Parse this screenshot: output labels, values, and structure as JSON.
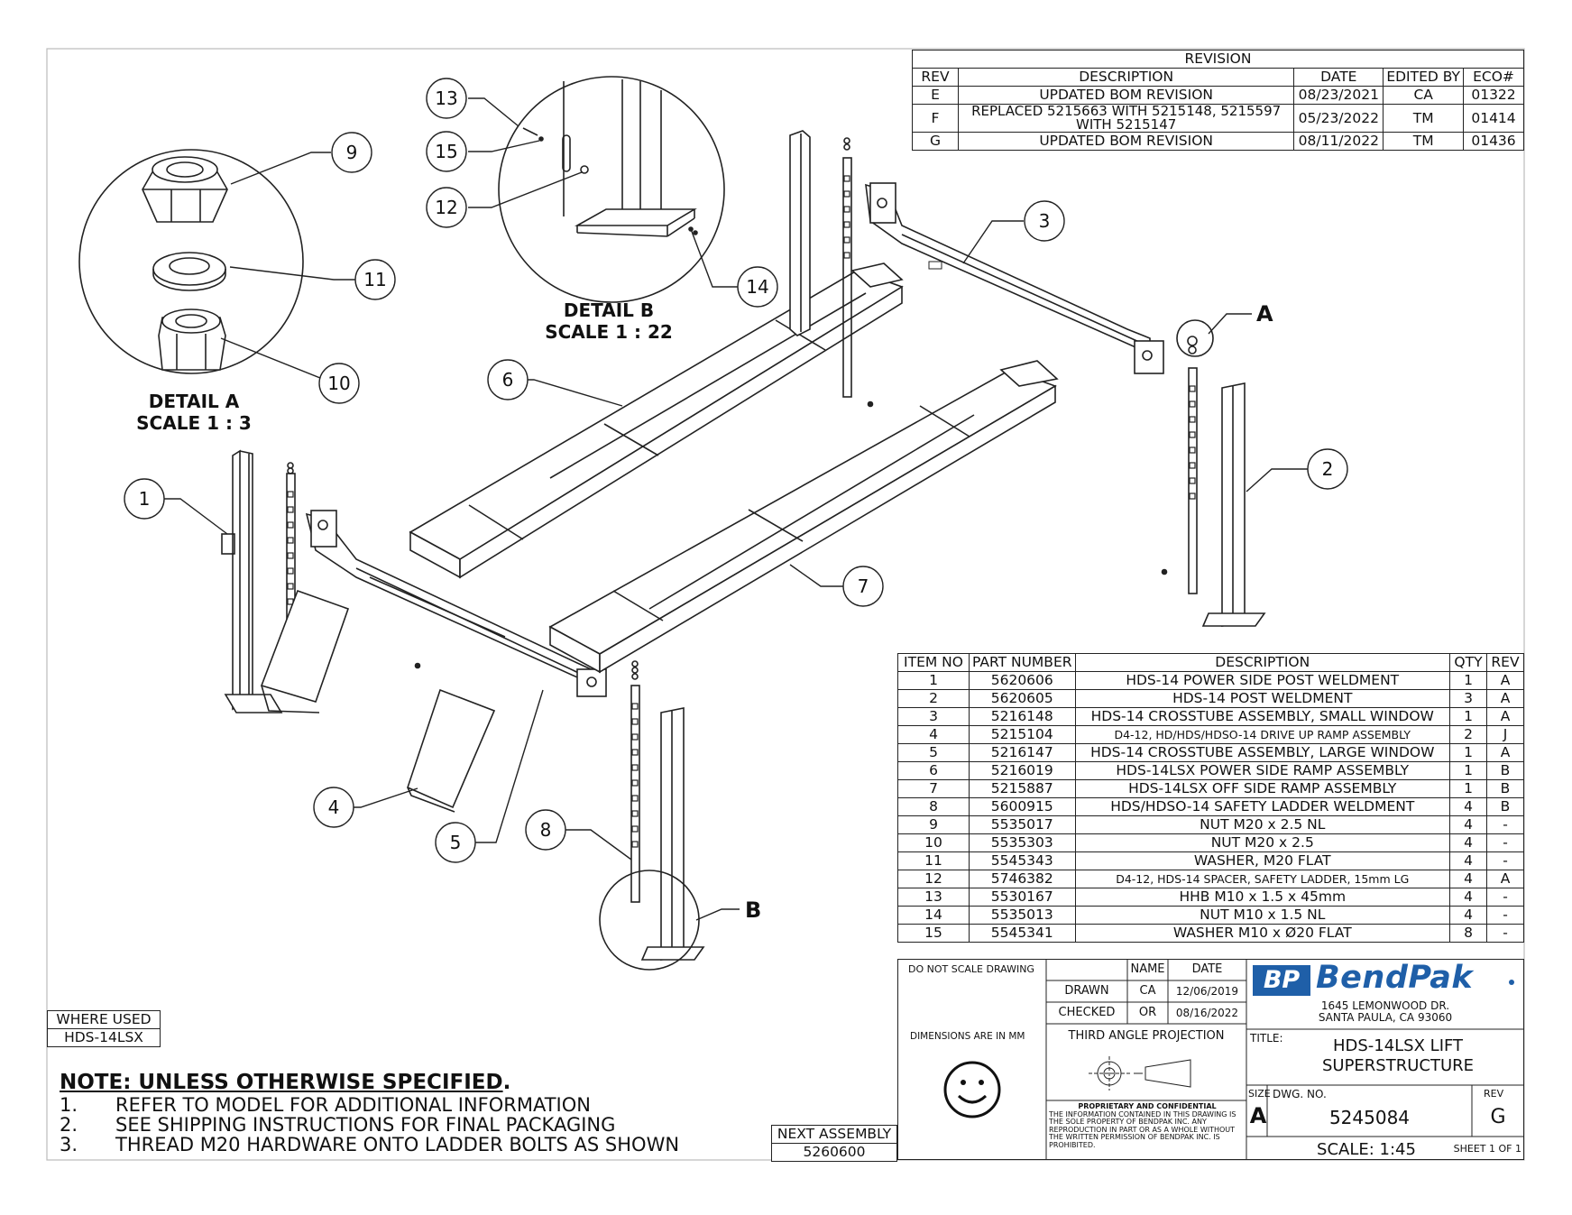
{
  "revision_table": {
    "title": "REVISION",
    "headers": [
      "REV",
      "DESCRIPTION",
      "DATE",
      "EDITED BY",
      "ECO#"
    ],
    "rows": [
      [
        "E",
        "UPDATED BOM REVISION",
        "08/23/2021",
        "CA",
        "01322"
      ],
      [
        "F",
        "REPLACED 5215663 WITH 5215148, 5215597 WITH 5215147",
        "05/23/2022",
        "TM",
        "01414"
      ],
      [
        "G",
        "UPDATED BOM REVISION",
        "08/11/2022",
        "TM",
        "01436"
      ]
    ]
  },
  "details": {
    "a_title": "DETAIL A",
    "a_scale": "SCALE 1 : 3",
    "b_title": "DETAIL B",
    "b_scale": "SCALE 1 : 22",
    "a_letter": "A",
    "b_letter": "B"
  },
  "callouts": [
    "1",
    "2",
    "3",
    "4",
    "5",
    "6",
    "7",
    "8",
    "9",
    "10",
    "11",
    "12",
    "13",
    "14",
    "15"
  ],
  "bom": {
    "headers": [
      "ITEM NO",
      "PART NUMBER",
      "DESCRIPTION",
      "QTY",
      "REV"
    ],
    "rows": [
      [
        "1",
        "5620606",
        "HDS-14 POWER SIDE POST WELDMENT",
        "1",
        "A"
      ],
      [
        "2",
        "5620605",
        "HDS-14 POST WELDMENT",
        "3",
        "A"
      ],
      [
        "3",
        "5216148",
        "HDS-14 CROSSTUBE ASSEMBLY, SMALL WINDOW",
        "1",
        "A"
      ],
      [
        "4",
        "5215104",
        "D4-12, HD/HDS/HDSO-14 DRIVE UP RAMP ASSEMBLY",
        "2",
        "J"
      ],
      [
        "5",
        "5216147",
        "HDS-14 CROSSTUBE ASSEMBLY, LARGE WINDOW",
        "1",
        "A"
      ],
      [
        "6",
        "5216019",
        "HDS-14LSX POWER SIDE RAMP ASSEMBLY",
        "1",
        "B"
      ],
      [
        "7",
        "5215887",
        "HDS-14LSX OFF SIDE RAMP ASSEMBLY",
        "1",
        "B"
      ],
      [
        "8",
        "5600915",
        "HDS/HDSO-14 SAFETY LADDER WELDMENT",
        "4",
        "B"
      ],
      [
        "9",
        "5535017",
        "NUT M20 x 2.5 NL",
        "4",
        "-"
      ],
      [
        "10",
        "5535303",
        "NUT M20 x 2.5",
        "4",
        "-"
      ],
      [
        "11",
        "5545343",
        "WASHER, M20 FLAT",
        "4",
        "-"
      ],
      [
        "12",
        "5746382",
        "D4-12, HDS-14 SPACER, SAFETY LADDER, 15mm LG",
        "4",
        "A"
      ],
      [
        "13",
        "5530167",
        "HHB M10 x 1.5 x 45mm",
        "4",
        "-"
      ],
      [
        "14",
        "5535013",
        "NUT M10 x 1.5 NL",
        "4",
        "-"
      ],
      [
        "15",
        "5545341",
        "WASHER M10 x Ø20 FLAT",
        "8",
        "-"
      ]
    ]
  },
  "title_block": {
    "do_not_scale": "DO NOT SCALE DRAWING",
    "name_header": "NAME",
    "date_header": "DATE",
    "drawn_label": "DRAWN",
    "drawn_name": "CA",
    "drawn_date": "12/06/2019",
    "checked_label": "CHECKED",
    "checked_name": "OR",
    "checked_date": "08/16/2022",
    "dimensions": "DIMENSIONS ARE IN MM",
    "projection": "THIRD ANGLE PROJECTION",
    "company": "BendPak",
    "logo_mark": "BP",
    "address_1": "1645 LEMONWOOD DR.",
    "address_2": "SANTA PAULA, CA 93060",
    "title_label": "TITLE:",
    "title_1": "HDS-14LSX LIFT",
    "title_2": "SUPERSTRUCTURE",
    "size_label": "SIZE",
    "size_value": "A",
    "dwg_label": "DWG. NO.",
    "dwg_value": "5245084",
    "rev_label": "REV",
    "rev_value": "G",
    "scale": "SCALE: 1:45",
    "sheet": "SHEET 1 OF 1",
    "confidential_title": "PROPRIETARY AND CONFIDENTIAL",
    "confidential_1": "THE INFORMATION CONTAINED IN THIS DRAWING IS",
    "confidential_2": "THE SOLE PROPERTY OF BENDPAK INC. ANY",
    "confidential_3": "REPRODUCTION IN PART OR AS A WHOLE WITHOUT",
    "confidential_4": "THE WRITTEN PERMISSION OF BENDPAK INC. IS",
    "confidential_5": "PROHIBITED."
  },
  "where_used": {
    "label": "WHERE USED",
    "value": "HDS-14LSX"
  },
  "next_assembly": {
    "label": "NEXT ASSEMBLY",
    "value": "5260600"
  },
  "notes": {
    "heading": "NOTE: UNLESS OTHERWISE SPECIFIED",
    "heading_suffix": ".",
    "items": [
      {
        "num": "1.",
        "text": "REFER TO MODEL FOR ADDITIONAL INFORMATION"
      },
      {
        "num": "2.",
        "text": "SEE SHIPPING INSTRUCTIONS FOR FINAL PACKAGING"
      },
      {
        "num": "3.",
        "text": "THREAD M20 HARDWARE ONTO LADDER BOLTS AS SHOWN"
      }
    ]
  }
}
